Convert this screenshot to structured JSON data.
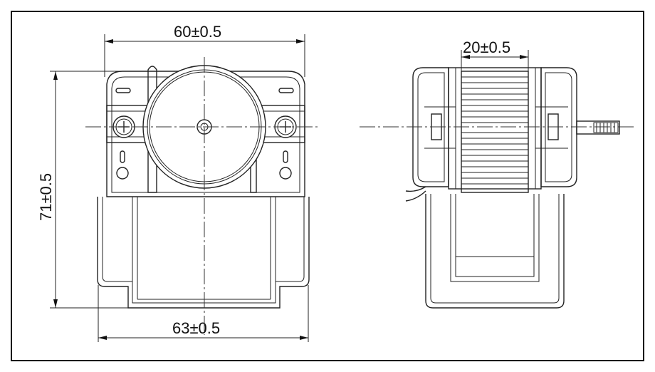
{
  "diagram": {
    "front_view": {
      "dimension_top": "60±0.5",
      "dimension_left": "71±0.5",
      "dimension_bottom": "63±0.5"
    },
    "side_view": {
      "dimension_top": "20±0.5"
    }
  }
}
